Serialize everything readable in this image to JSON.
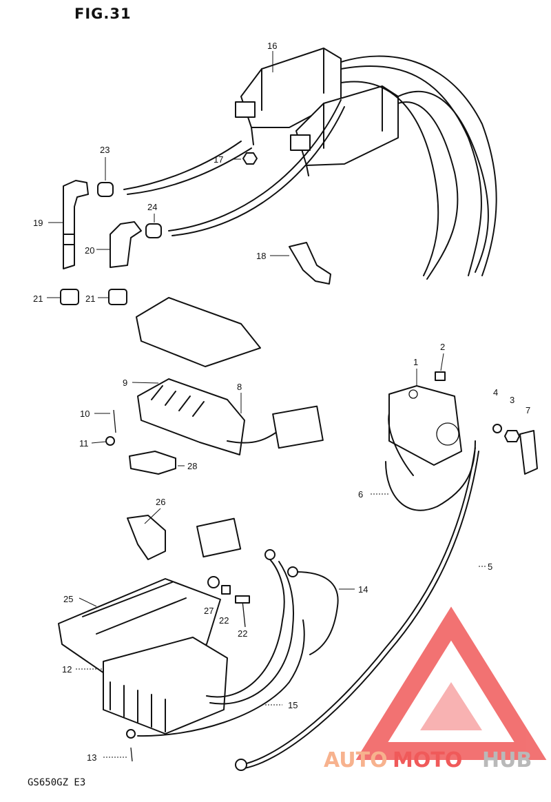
{
  "figure_title": "FIG.31",
  "model_code": "GS650GZ E3",
  "watermark": {
    "brand_part1": "AUTO",
    "brand_part2": "MOTO",
    "brand_part3": "HUB",
    "color_primary": "#f05a5a",
    "color_light": "#f7b28e",
    "color_dark": "#b9b9b9"
  },
  "callouts": [
    {
      "id": "c1",
      "label": "1"
    },
    {
      "id": "c2",
      "label": "2"
    },
    {
      "id": "c3",
      "label": "3"
    },
    {
      "id": "c4",
      "label": "4"
    },
    {
      "id": "c5",
      "label": "5"
    },
    {
      "id": "c6",
      "label": "6"
    },
    {
      "id": "c7",
      "label": "7"
    },
    {
      "id": "c8",
      "label": "8"
    },
    {
      "id": "c9",
      "label": "9"
    },
    {
      "id": "c10",
      "label": "10"
    },
    {
      "id": "c11",
      "label": "11"
    },
    {
      "id": "c12",
      "label": "12"
    },
    {
      "id": "c13",
      "label": "13"
    },
    {
      "id": "c14",
      "label": "14"
    },
    {
      "id": "c15",
      "label": "15"
    },
    {
      "id": "c16",
      "label": "16"
    },
    {
      "id": "c17",
      "label": "17"
    },
    {
      "id": "c18",
      "label": "18"
    },
    {
      "id": "c19",
      "label": "19"
    },
    {
      "id": "c20",
      "label": "20"
    },
    {
      "id": "c21a",
      "label": "21"
    },
    {
      "id": "c21b",
      "label": "21"
    },
    {
      "id": "c22a",
      "label": "22"
    },
    {
      "id": "c22b",
      "label": "22"
    },
    {
      "id": "c23",
      "label": "23"
    },
    {
      "id": "c24",
      "label": "24"
    },
    {
      "id": "c25",
      "label": "25"
    },
    {
      "id": "c26",
      "label": "26"
    },
    {
      "id": "c27",
      "label": "27"
    },
    {
      "id": "c28",
      "label": "28"
    }
  ]
}
